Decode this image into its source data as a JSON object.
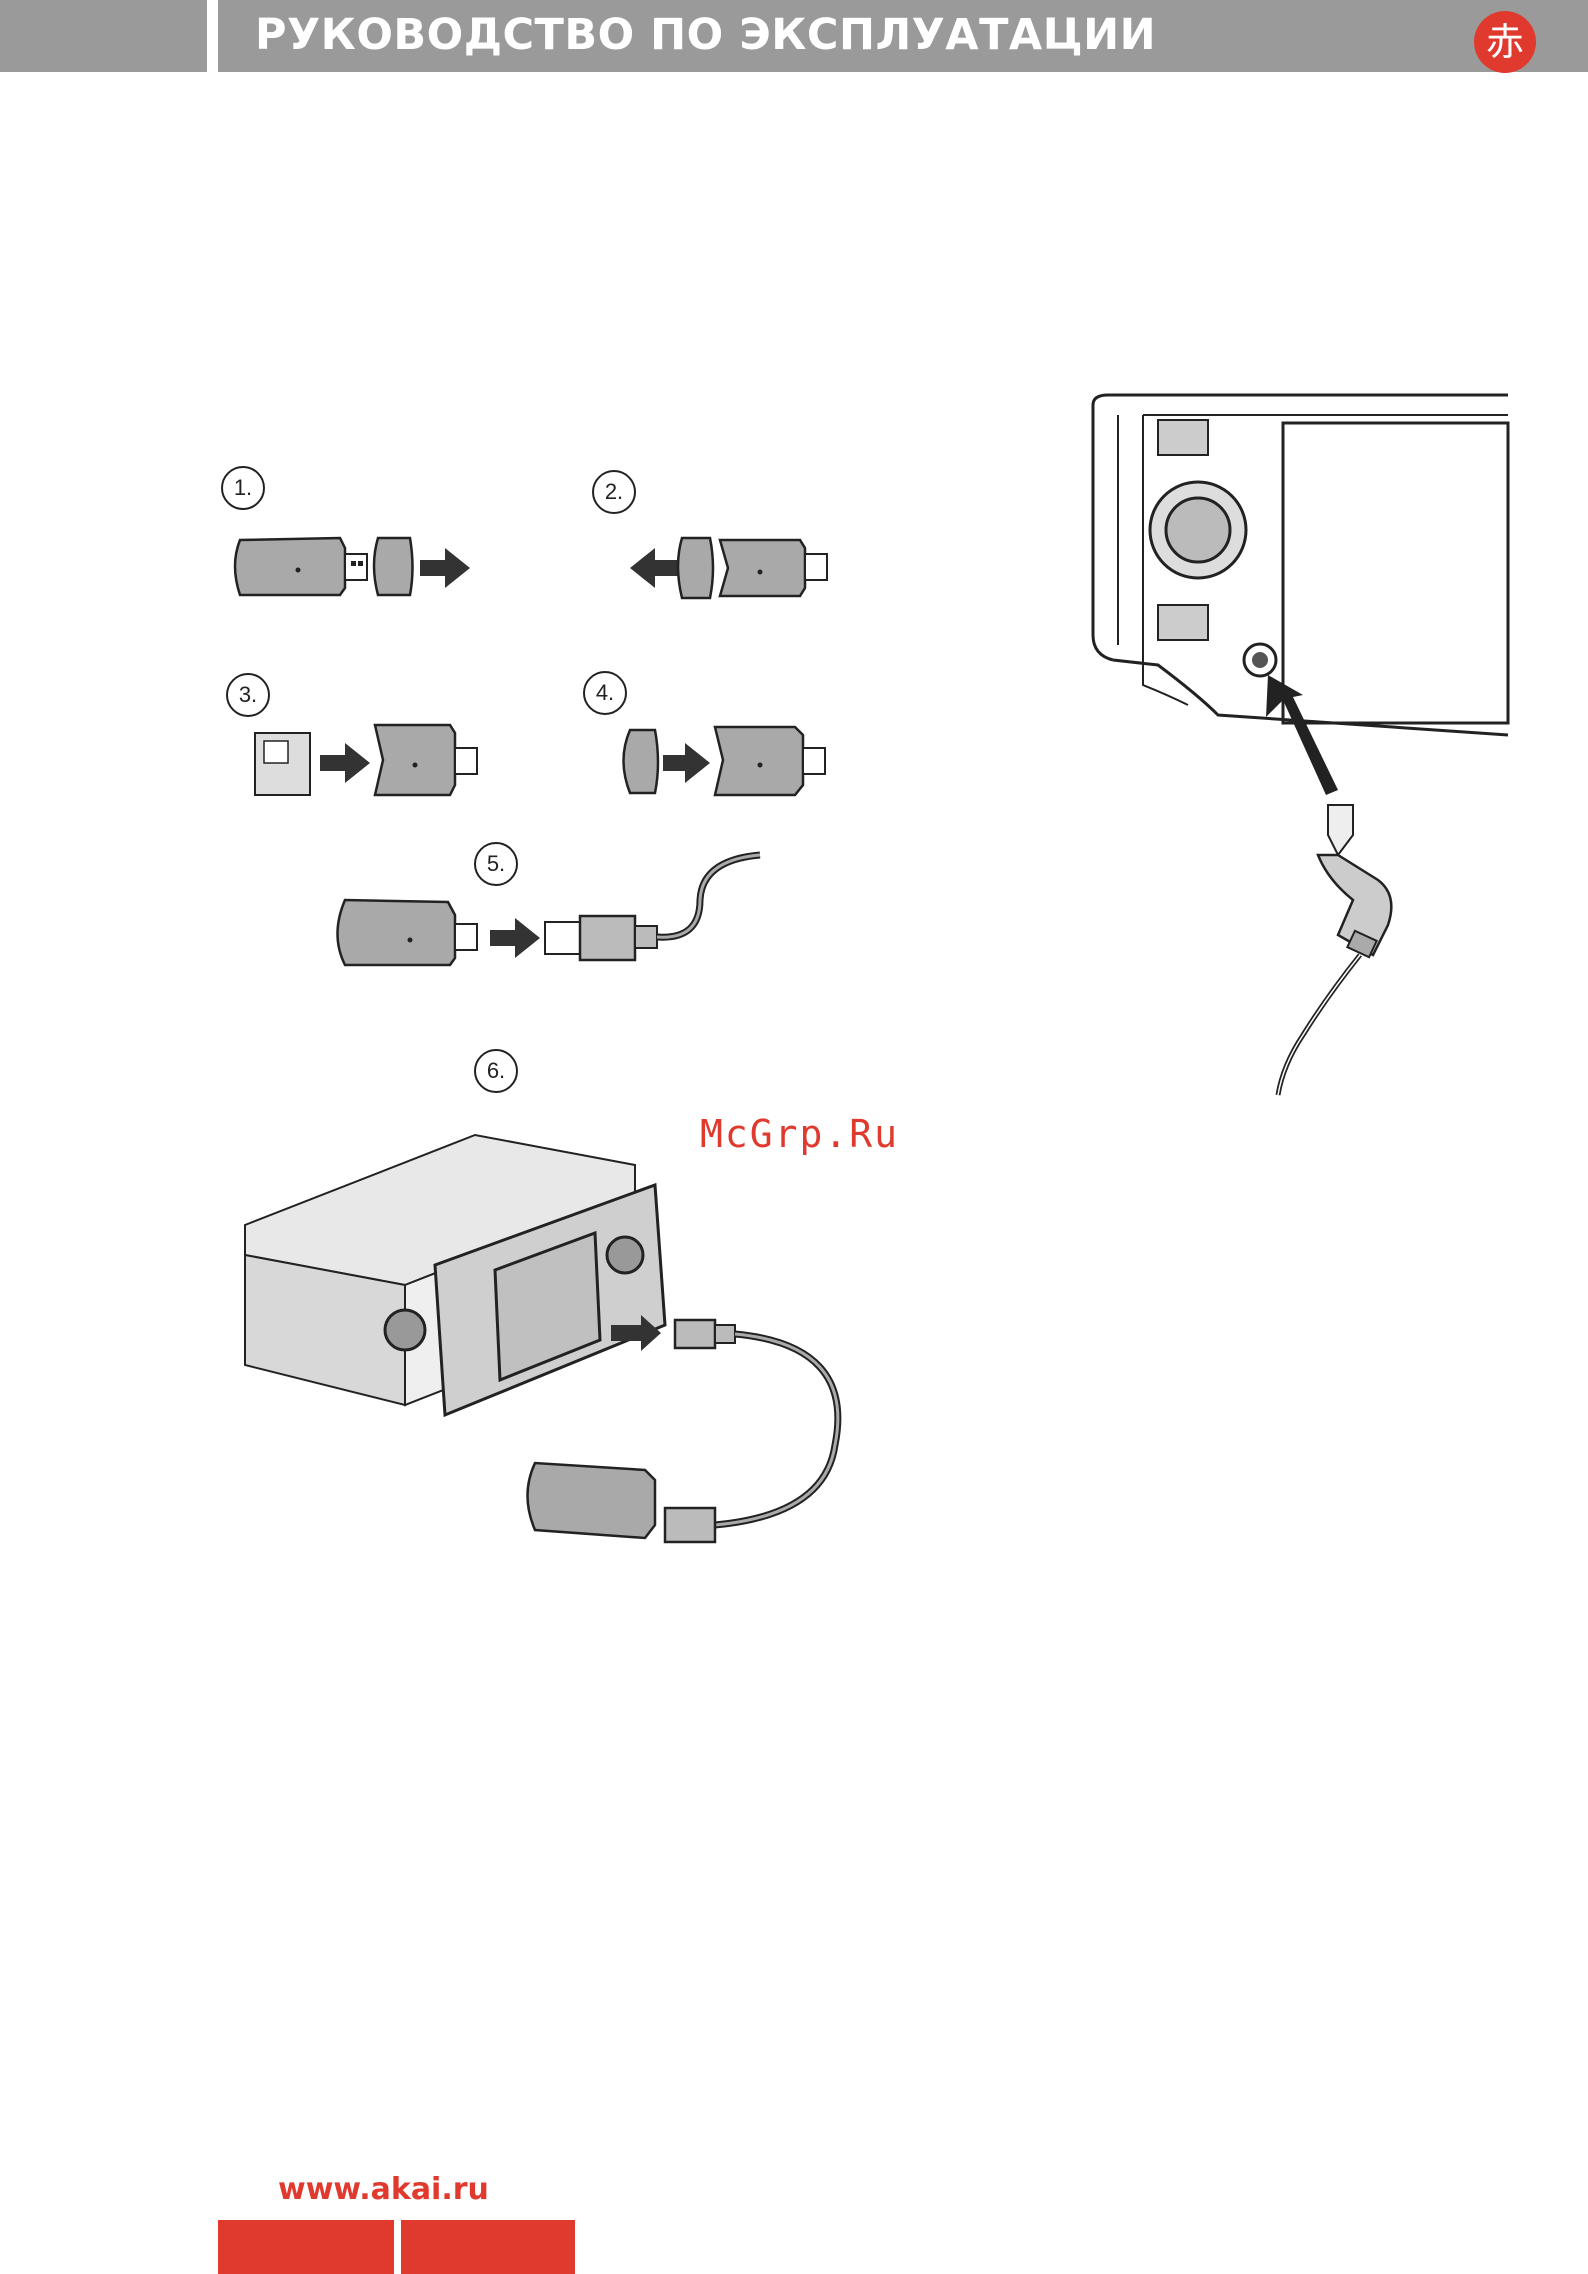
{
  "header": {
    "title": "РУКОВОДСТВО ПО ЭКСПЛУАТАЦИИ",
    "logo_char": "赤",
    "bar_color": "#9a9a9a",
    "logo_color": "#e03a2f"
  },
  "steps": [
    "1.",
    "2.",
    "3.",
    "4.",
    "5.",
    "6."
  ],
  "watermark": "McGrp.Ru",
  "footer": {
    "website": "www.akai.ru",
    "accent_color": "#e03a2f"
  }
}
